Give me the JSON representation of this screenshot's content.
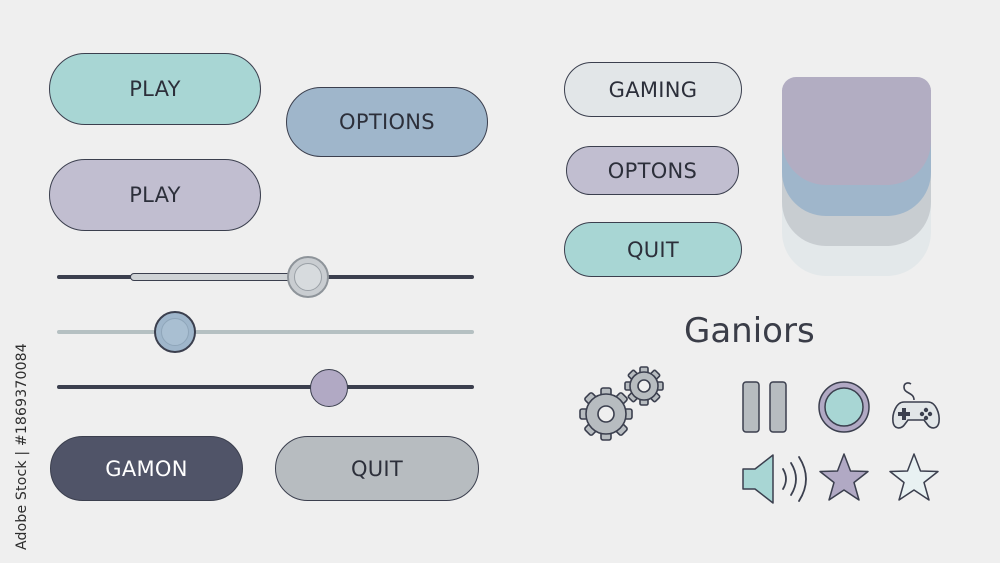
{
  "buttons": {
    "play_teal": "PLAY",
    "options_blue": "OPTIONS",
    "play_lavender": "PLAY",
    "gaming": "GAMING",
    "optons": "OPTONS",
    "quit_teal": "QUIT",
    "gamon": "GAMON",
    "quit_grey": "QUIT"
  },
  "sliders": [
    {
      "name": "slider-1",
      "value": 0.6
    },
    {
      "name": "slider-2",
      "value": 0.28
    },
    {
      "name": "slider-3",
      "value": 0.66
    }
  ],
  "heading": "Ganiors",
  "watermark": "Adobe Stock | #1869370084",
  "icons": [
    "gears-icon",
    "pause-icon",
    "record-icon",
    "gamepad-icon",
    "speaker-icon",
    "star-filled-icon",
    "star-outline-icon"
  ],
  "colors": {
    "teal": "#a8d6d4",
    "blue": "#9fb6cb",
    "lavender": "#c1bed0",
    "light": "#e2e6e8",
    "dark": "#505468",
    "grey": "#b7bcc0",
    "outline": "#3b3f4e"
  }
}
